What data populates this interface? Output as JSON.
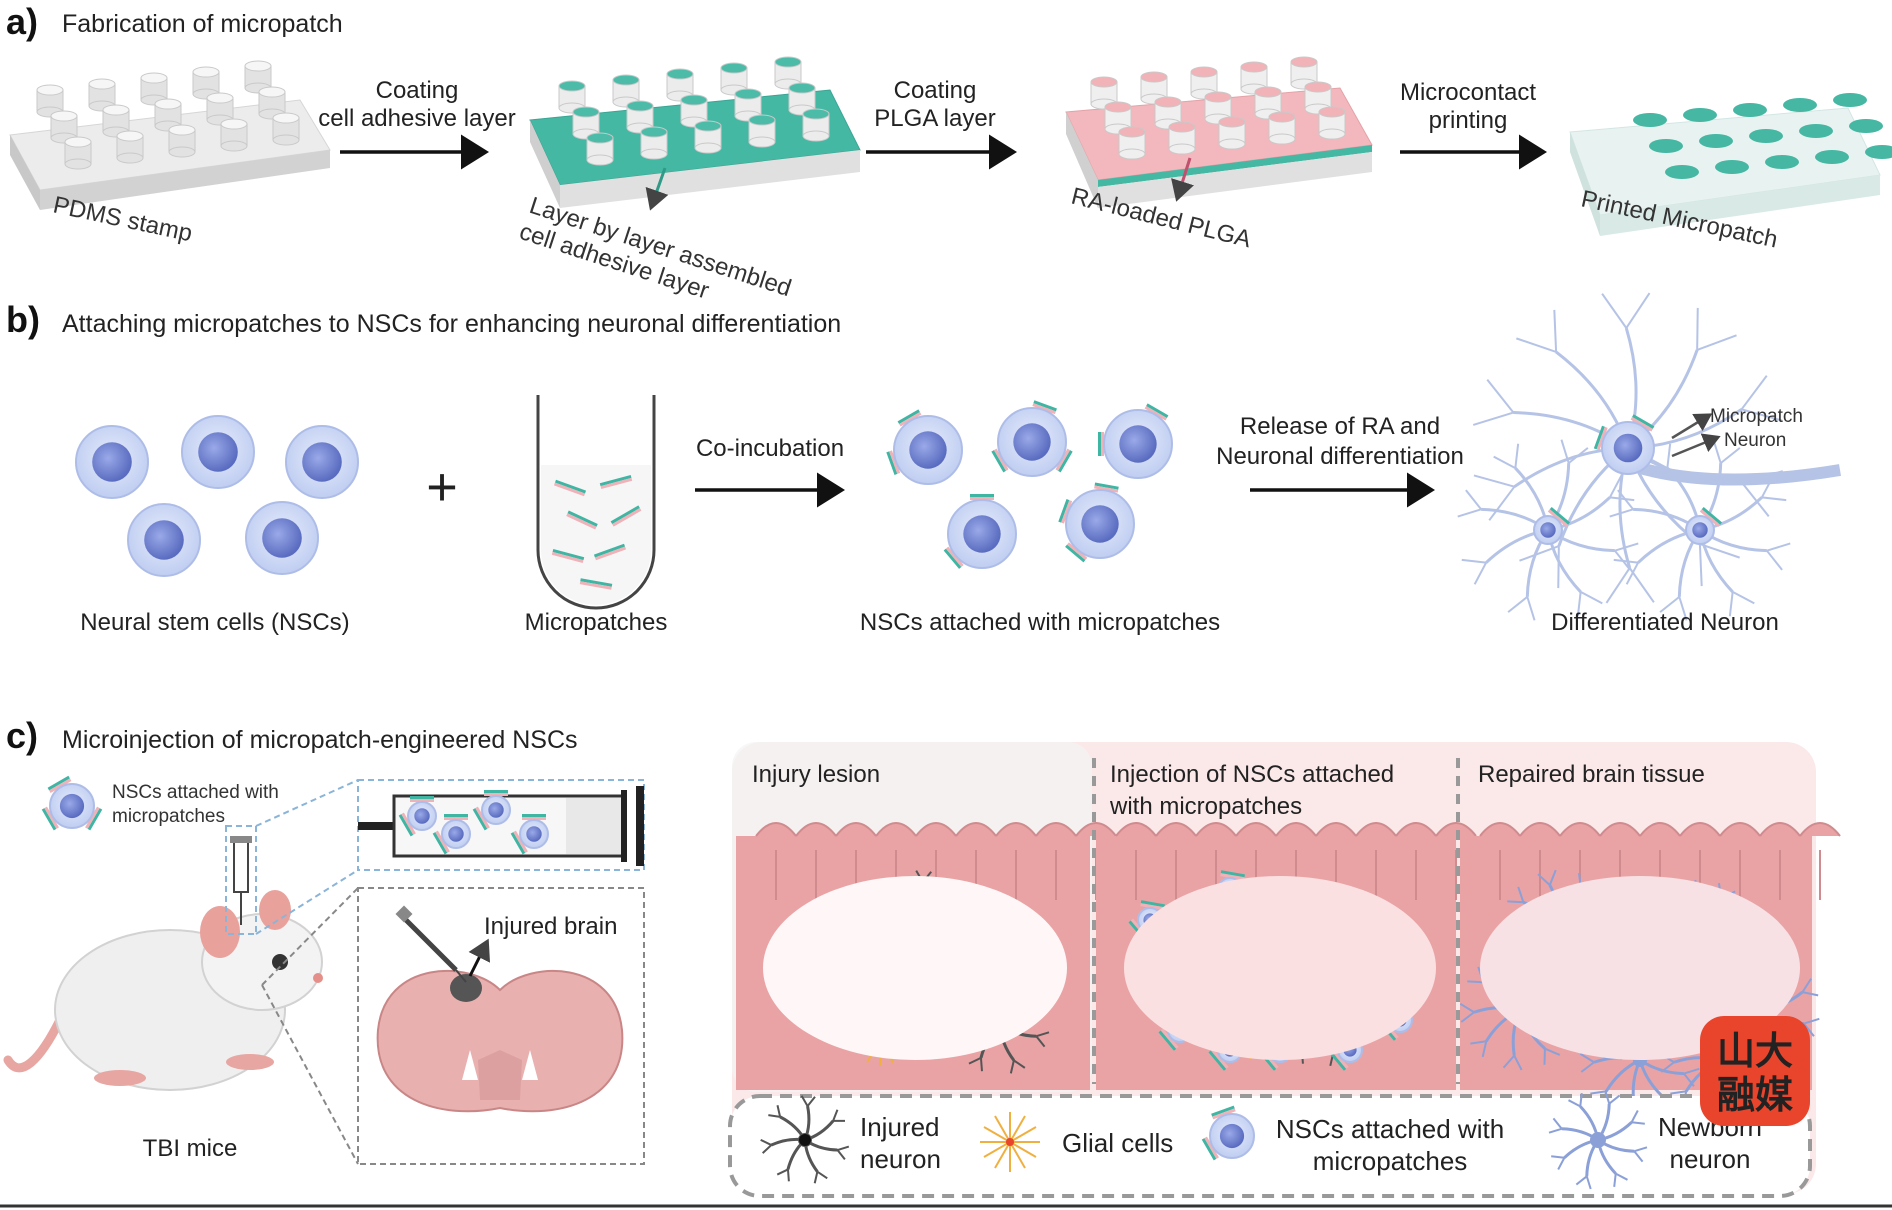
{
  "panel_a": {
    "letter": "a)",
    "title": "Fabrication of micropatch",
    "arrow1_label": [
      "Coating",
      "cell adhesive layer"
    ],
    "arrow2_label": [
      "Coating",
      "PLGA layer"
    ],
    "arrow3_label": [
      "Microcontact",
      "printing"
    ],
    "stamp_label": "PDMS stamp",
    "layer_label": [
      "Layer by layer assembled",
      "cell adhesive layer"
    ],
    "plga_label": "RA-loaded PLGA",
    "printed_label": "Printed Micropatch"
  },
  "panel_b": {
    "letter": "b)",
    "title": "Attaching micropatches to NSCs for enhancing neuronal differentiation",
    "nsc_label": "Neural stem cells (NSCs)",
    "micropatch_label": "Micropatches",
    "coincubation_label": "Co-incubation",
    "attached_label": "NSCs attached with micropatches",
    "release_label": [
      "Release of RA and",
      "Neuronal differentiation"
    ],
    "differentiated_label": "Differentiated Neuron",
    "callout_micropatch": "Micropatch",
    "callout_neuron": "Neuron"
  },
  "panel_c": {
    "letter": "c)",
    "title": "Microinjection of micropatch-engineered NSCs",
    "nsc_attached_label": [
      "NSCs attached with",
      "micropatches"
    ],
    "injured_brain_label": "Injured brain",
    "mice_label": "TBI mice",
    "stage1_label": "Injury lesion",
    "stage2_label": [
      "Injection of NSCs attached",
      "with micropatches"
    ],
    "stage3_label": "Repaired brain tissue",
    "legend": {
      "injured_neuron": [
        "Injured",
        "neuron"
      ],
      "glial_cells": "Glial cells",
      "nscs_attached": [
        "NSCs attached with",
        "micropatches"
      ],
      "newborn_neuron": [
        "Newborn",
        "neuron"
      ]
    }
  },
  "watermark": {
    "text": [
      "山大",
      "融媒"
    ]
  },
  "colors": {
    "teal": "#3fb5a4",
    "pink": "#eeb2b8",
    "cell_blue": "#8fa3dd",
    "nucleus": "#6677c8",
    "glial": "#f0b040",
    "neuron_gray": "#555555",
    "brain_pink": "#e9a3a5",
    "watermark_red": "#e8452c"
  }
}
